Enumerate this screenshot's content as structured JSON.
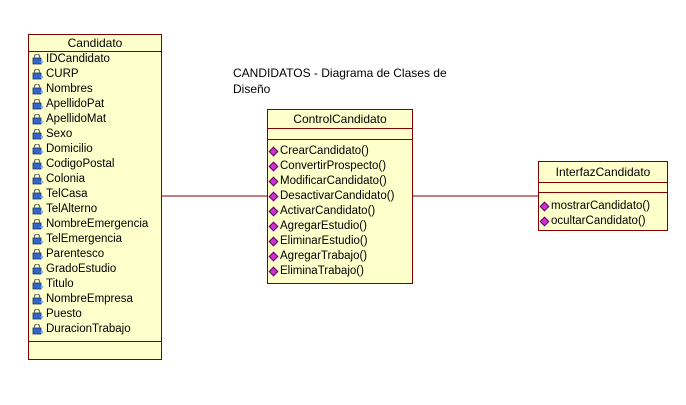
{
  "diagram_title": "CANDIDATOS - Diagrama de Clases de Diseño",
  "classes": [
    {
      "name": "Candidato",
      "attributes": [
        "IDCandidato",
        "CURP",
        "Nombres",
        "ApellidoPat",
        "ApellidoMat",
        "Sexo",
        "Domicilio",
        "CodigoPostal",
        "Colonia",
        "TelCasa",
        "TelAlterno",
        "NombreEmergencia",
        "TelEmergencia",
        "Parentesco",
        "GradoEstudio",
        "Titulo",
        "NombreEmpresa",
        "Puesto",
        "DuracionTrabajo"
      ],
      "operations": []
    },
    {
      "name": "ControlCandidato",
      "attributes": [],
      "operations": [
        "CrearCandidato()",
        "ConvertirProspecto()",
        "ModificarCandidato()",
        "DesactivarCandidato()",
        "ActivarCandidato()",
        "AgregarEstudio()",
        "EliminarEstudio()",
        "AgregarTrabajo()",
        "EliminaTrabajo()"
      ]
    },
    {
      "name": "InterfazCandidato",
      "attributes": [],
      "operations": [
        "mostrarCandidato()",
        "ocultarCandidato()"
      ]
    }
  ],
  "associations": [
    {
      "from": "Candidato",
      "to": "ControlCandidato"
    },
    {
      "from": "ControlCandidato",
      "to": "InterfazCandidato"
    }
  ],
  "colors": {
    "class_fill": "#ffffcc",
    "class_border": "#800000",
    "op_icon": "#cc33cc",
    "attr_icon": "#3366cc"
  }
}
